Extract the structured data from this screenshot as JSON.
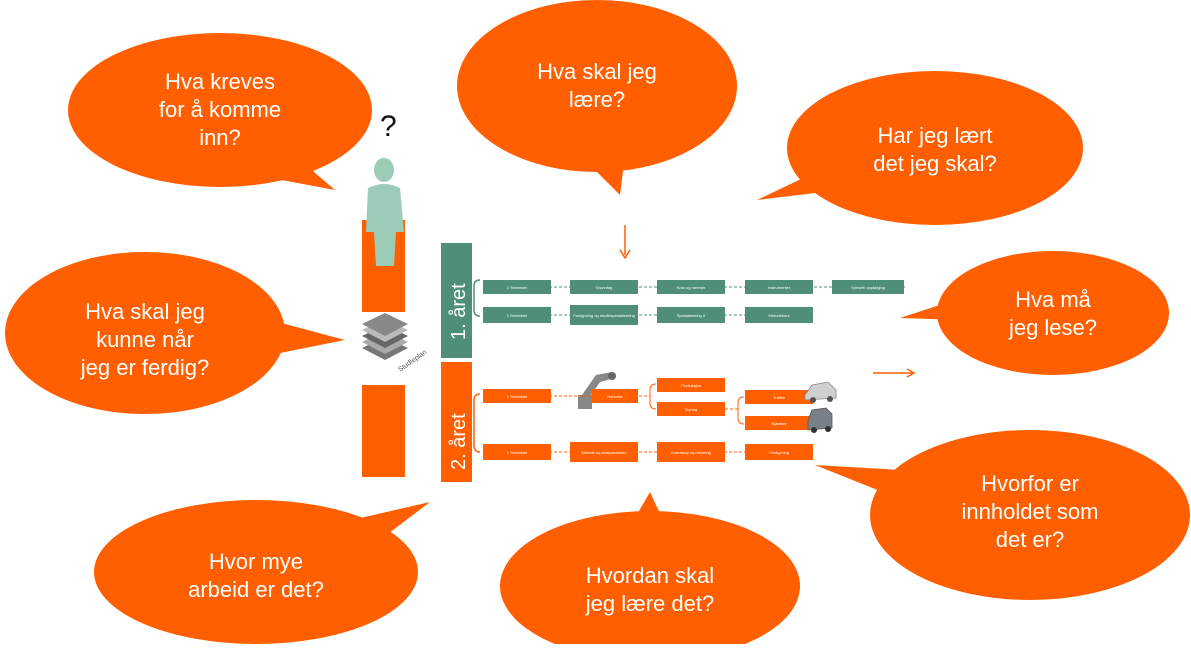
{
  "colors": {
    "bubble": "#ff5f00",
    "green": "#4f8f7a",
    "orange_box": "#ff5f00",
    "person": "#9ccbb8"
  },
  "question_mark": "?",
  "bubbles": [
    {
      "id": "kreves",
      "text": "Hva kreves\nfor å komme\ninn?"
    },
    {
      "id": "laere",
      "text": "Hva skal jeg\nlære?"
    },
    {
      "id": "laert",
      "text": "Har jeg lært\ndet jeg skal?"
    },
    {
      "id": "kunne",
      "text": "Hva skal jeg\nkunne når\njeg er ferdig?"
    },
    {
      "id": "lese",
      "text": "Hva må\njeg lese?"
    },
    {
      "id": "hvorfor",
      "text": "Hvorfor er\ninnholdet som\ndet er?"
    },
    {
      "id": "arbeid",
      "text": "Hvor mye\narbeid er det?"
    },
    {
      "id": "hvordan",
      "text": "Hvordan skal\njeg lære det?"
    }
  ],
  "diagram": {
    "year1_label": "1. året",
    "year2_label": "2. året",
    "book_label": "Studieplan",
    "year1_row1": [
      "1 Semester",
      "Grunnfag",
      "Krav og rammer",
      "Instrumenter",
      "Spesiell oppfølging"
    ],
    "year1_row2": [
      "1 Semester",
      "Fordypning og studiespesialisering",
      "Spesialisering II",
      "Metodekurs"
    ],
    "year2_row1": [
      "1 Semester",
      "Robotikk",
      "Produksjon",
      "Styring",
      "Trafikk",
      "Kjøretøy"
    ],
    "year2_row2": [
      "1 Semester",
      "Metode og analysearbeid",
      "Kunnskap og mestring",
      "Fordypning"
    ]
  }
}
